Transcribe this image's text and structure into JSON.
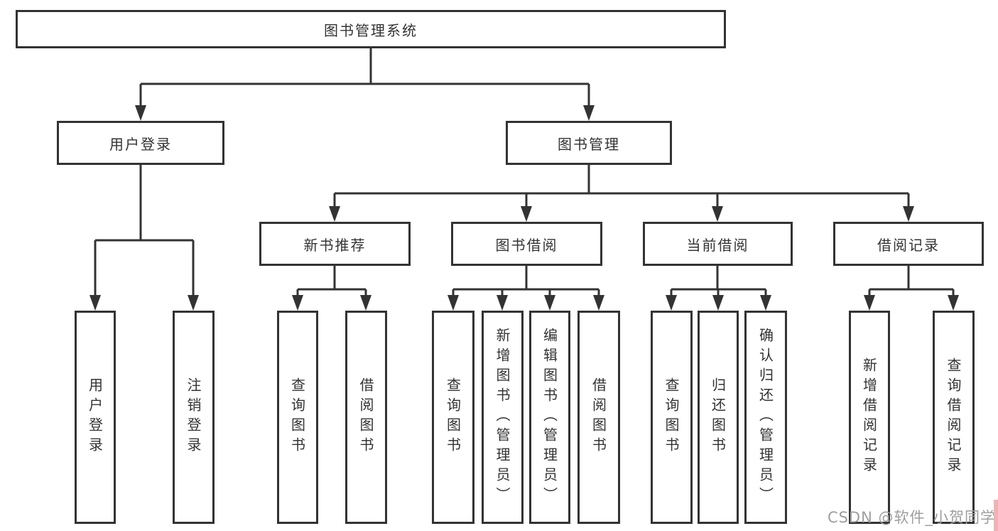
{
  "tree": {
    "root": {
      "label": "图书管理系统",
      "children": [
        {
          "label": "用户登录",
          "children": [
            {
              "label": "用户登录"
            },
            {
              "label": "注销登录"
            }
          ]
        },
        {
          "label": "图书管理",
          "children": [
            {
              "label": "新书推荐",
              "children": [
                {
                  "label": "查询图书"
                },
                {
                  "label": "借阅图书"
                }
              ]
            },
            {
              "label": "图书借阅",
              "children": [
                {
                  "label": "查询图书"
                },
                {
                  "label": "新增图书（管理员）"
                },
                {
                  "label": "编辑图书（管理员）"
                },
                {
                  "label": "借阅图书"
                }
              ]
            },
            {
              "label": "当前借阅",
              "children": [
                {
                  "label": "查询图书"
                },
                {
                  "label": "归还图书"
                },
                {
                  "label": "确认归还（管理员）"
                }
              ]
            },
            {
              "label": "借阅记录",
              "children": [
                {
                  "label": "新增借阅记录"
                },
                {
                  "label": "查询借阅记录"
                }
              ]
            }
          ]
        }
      ]
    }
  },
  "watermark": {
    "text": "CSDN @软件_小贺同学"
  },
  "colors": {
    "line": "#333333",
    "box_border": "#333333",
    "text": "#333333",
    "background": "#ffffff",
    "watermark_text": "#9e9e9e",
    "watermark_accent": "#eeb4b4"
  }
}
